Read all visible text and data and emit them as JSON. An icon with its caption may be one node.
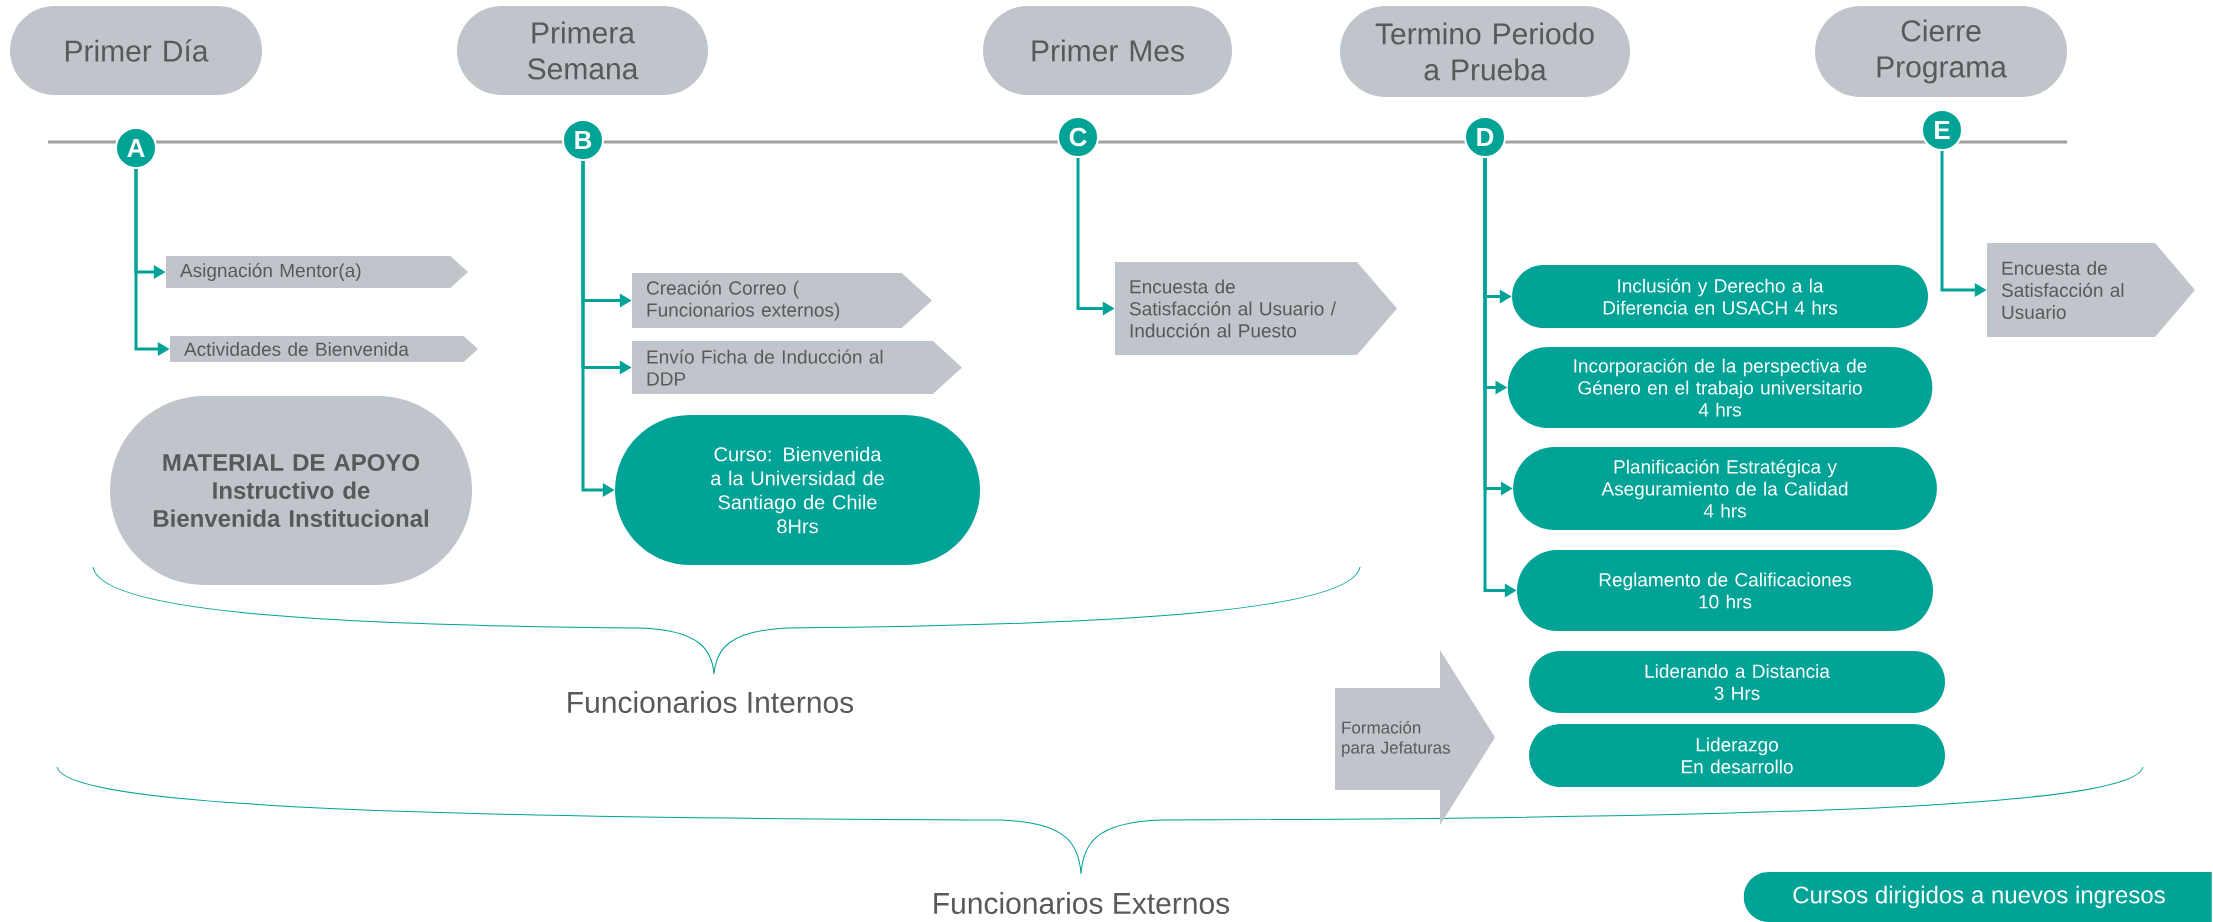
{
  "diagram": {
    "nodes": [
      {
        "text": [
          "Primer Día"
        ]
      },
      {
        "text": [
          "Primera Semana"
        ]
      },
      {
        "text": [
          "Primer Mes"
        ]
      },
      {
        "text": [
          "Termino Periodo a Prueba"
        ]
      },
      {
        "text": [
          "Cierre Programa"
        ]
      },
      {
        "text": [
          "A"
        ]
      },
      {
        "text": [
          "B"
        ]
      },
      {
        "text": [
          "C"
        ]
      },
      {
        "text": [
          "D"
        ]
      },
      {
        "text": [
          "E"
        ]
      },
      {
        "text": [
          "Asignación Mentor(a)"
        ]
      },
      {
        "text": [
          "Actividades de Bienvenida"
        ]
      },
      {
        "text": [
          "MATERIAL DE APOYO",
          "Instructivo de Bienvenida Institucional"
        ]
      },
      {
        "text": [
          "Creación Correo ( Funcionarios externos)"
        ]
      },
      {
        "text": [
          "Envío Ficha de Inducción al DDP"
        ]
      },
      {
        "text": [
          "Curso: Bienvenida a la Universidad de Santiago de Chile",
          "8Hrs"
        ]
      },
      {
        "text": [
          "Encuesta de Satisfacción al Usuario / Inducción al Puesto"
        ]
      },
      {
        "text": [
          "Inclusión y Derecho a la Diferencia en USACH  4 hrs"
        ]
      },
      {
        "text": [
          "Incorporación de la perspectiva de Género en el trabajo universitario",
          "4 hrs"
        ]
      },
      {
        "text": [
          "Planificación Estratégica y Aseguramiento de la Calidad",
          "4 hrs"
        ]
      },
      {
        "text": [
          "Reglamento de Calificaciones",
          "10 hrs"
        ]
      },
      {
        "text": [
          "Encuesta de Satisfacción al Usuario"
        ]
      },
      {
        "text": [
          "Formación para Jefaturas"
        ]
      },
      {
        "text": [
          "Liderando a Distancia",
          "3 Hrs"
        ]
      },
      {
        "text": [
          "Liderazgo",
          "En desarrollo"
        ]
      }
    ],
    "edges": [
      {
        "from": 5,
        "to": 10,
        "arrow": "to"
      },
      {
        "from": 5,
        "to": 11,
        "arrow": "to"
      },
      {
        "from": 6,
        "to": 13,
        "arrow": "to"
      },
      {
        "from": 6,
        "to": 14,
        "arrow": "to"
      },
      {
        "from": 6,
        "to": 15,
        "arrow": "to"
      },
      {
        "from": 7,
        "to": 16,
        "arrow": "to"
      },
      {
        "from": 8,
        "to": 17,
        "arrow": "to"
      },
      {
        "from": 8,
        "to": 18,
        "arrow": "to"
      },
      {
        "from": 8,
        "to": 19,
        "arrow": "to"
      },
      {
        "from": 8,
        "to": 20,
        "arrow": "to"
      },
      {
        "from": 9,
        "to": 21,
        "arrow": "to"
      }
    ],
    "labels": [
      "Funcionarios Internos",
      "Funcionarios Externos"
    ],
    "legend": [
      {
        "text": "Cursos dirigidos a nuevos ingresos",
        "color": "#00a396"
      }
    ]
  }
}
